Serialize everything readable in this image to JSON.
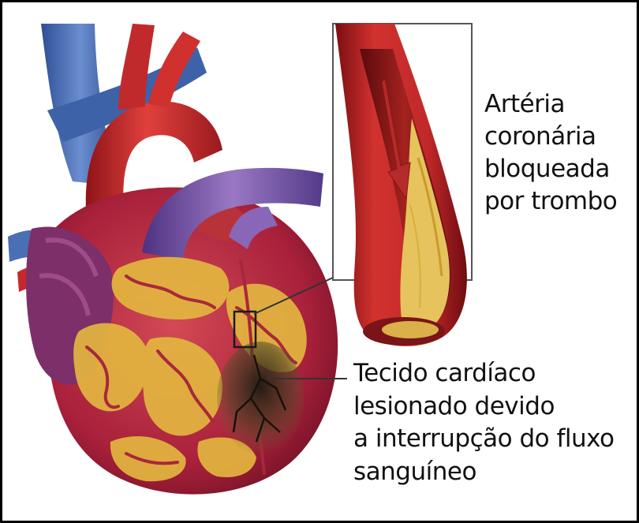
{
  "labels": {
    "artery": [
      "Artéria",
      "coronária",
      "bloqueada",
      "por trombo"
    ],
    "tissue": [
      "Tecido cardíaco",
      "lesionado devido",
      "a interrupção do fluxo",
      "sanguíneo"
    ]
  },
  "colors": {
    "vein": "#4a6fb5",
    "aorta": "#c8282c",
    "pulmonary": "#7d55a8",
    "muscle": "#b52a3a",
    "fat": "#e3b640",
    "thrombus": "#e8c25a",
    "damage": "#3a3a22"
  }
}
